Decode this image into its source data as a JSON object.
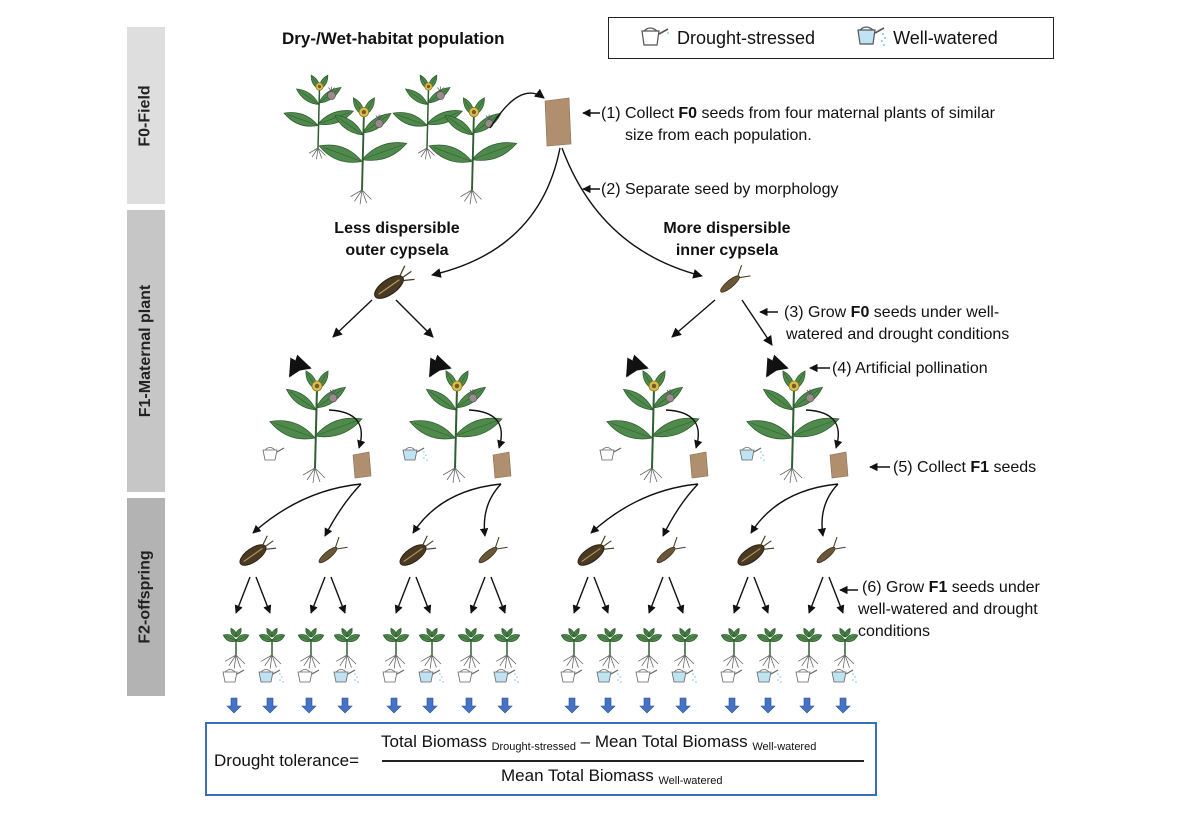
{
  "stages": [
    {
      "id": "f0",
      "label": "F0-Field"
    },
    {
      "id": "f1",
      "label": "F1-Maternal plant"
    },
    {
      "id": "f2",
      "label": "F2-offspring"
    }
  ],
  "title": "Dry-/Wet-habitat population",
  "legend": {
    "drought": "Drought-stressed",
    "watered": "Well-watered"
  },
  "seed_types": {
    "outer": {
      "line1": "Less dispersible",
      "line2": "outer cypsela"
    },
    "inner": {
      "line1": "More dispersible",
      "line2": "inner cypsela"
    }
  },
  "steps": {
    "s1": {
      "pre": "(1) Collect ",
      "bold": "F0",
      "post": " seeds from four maternal plants of similar",
      "line2": "size from each population."
    },
    "s2": {
      "text": "(2) Separate seed by morphology"
    },
    "s3": {
      "pre": "(3) Grow ",
      "bold": "F0",
      "post": " seeds under well-",
      "line2": "watered and drought conditions"
    },
    "s4": {
      "text": "(4) Artificial pollination"
    },
    "s5": {
      "pre": "(5) Collect ",
      "bold": "F1",
      "post": " seeds"
    },
    "s6": {
      "pre": "(6) Grow ",
      "bold": "F1",
      "post": " seeds under",
      "line2": "well-watered and drought",
      "line3": "conditions"
    }
  },
  "formula": {
    "lhs": "Drought tolerance=",
    "num_a": "Total Biomass",
    "num_a_sub": "Drought-stressed",
    "minus": " – ",
    "num_b": "Mean Total Biomass",
    "num_b_sub": "Well-watered",
    "den": "Mean Total Biomass",
    "den_sub": "Well-watered"
  },
  "colors": {
    "stage_f0": "#dedede",
    "stage_f1": "#c6c6c6",
    "stage_f2": "#b3b3b3",
    "leaf": "#4f8a4c",
    "leaf_dark": "#2f5e30",
    "flower": "#d8c04a",
    "seed_bag": "#b08f6e",
    "blue_arrow": "#4472c4",
    "water": "#7cc6e6"
  }
}
